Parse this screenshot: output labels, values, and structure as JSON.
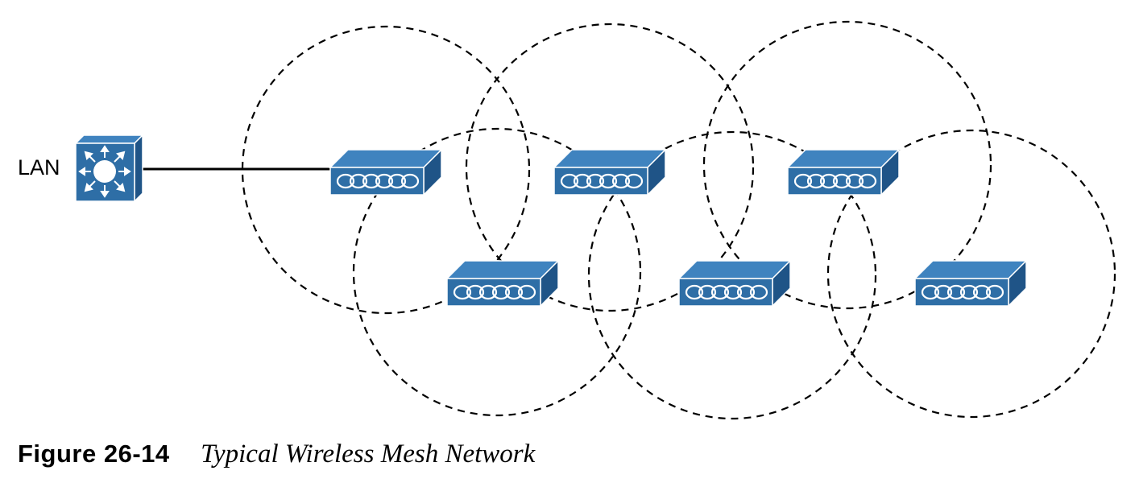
{
  "diagram": {
    "lan_label": "LAN",
    "colors": {
      "device_face": "#2e6ea6",
      "device_top": "#3f83bf",
      "device_side": "#1f5487",
      "device_stroke": "#ffffff",
      "coverage_circle": "#000000",
      "link": "#000000"
    },
    "icons": {
      "switch": "multilayer-switch-icon",
      "access_point": "mesh-access-point-icon"
    },
    "node_count": 6
  },
  "caption": {
    "number": "Figure 26-14",
    "title": "Typical Wireless Mesh Network"
  }
}
